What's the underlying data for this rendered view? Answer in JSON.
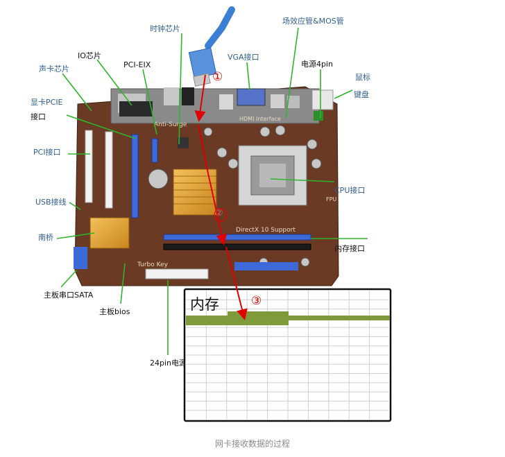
{
  "labels": {
    "clock_chip": "时钟芯片",
    "mosfet": "场效应管&MOS管",
    "io_chip": "IO芯片",
    "vga": "VGA接口",
    "sound_chip": "声卡芯片",
    "pci_eix": "PCI-EIX",
    "power_4pin": "电源4pin",
    "mouse": "鼠标",
    "keyboard": "键盘",
    "gpu_pcie": "显卡PCIE",
    "gpu_pcie_port": "接口",
    "pci_port": "PCI接口",
    "cpu_port": "CPU接口",
    "usb_header": "USB接线",
    "south_bridge": "南桥",
    "memory_port": "内存接口",
    "sata": "主板串口SATA",
    "bios": "主板bios",
    "atx_24pin": "24pin电源"
  },
  "board_text": {
    "anti_surge": "Anti-Surge",
    "hdmi": "HDMI Interface",
    "directx": "DirectX 10 Support",
    "turbo_key": "Turbo Key",
    "fpu": "FPU"
  },
  "memory": {
    "title": "内存",
    "rows": 14,
    "cols": 10
  },
  "steps": [
    "①",
    "②",
    "③"
  ],
  "caption": "网卡接收数据的过程",
  "colors": {
    "label_blue": "#2f5f8f",
    "leader_green": "#2db52d",
    "arrow_red": "#e00000",
    "board_brown": "#6a3a24",
    "slot_blue": "#3d6ad8",
    "heatsink_gold": "#e0a83a",
    "memory_bar": "#7f9a3a",
    "cable_blue": "#3b7fd4"
  }
}
